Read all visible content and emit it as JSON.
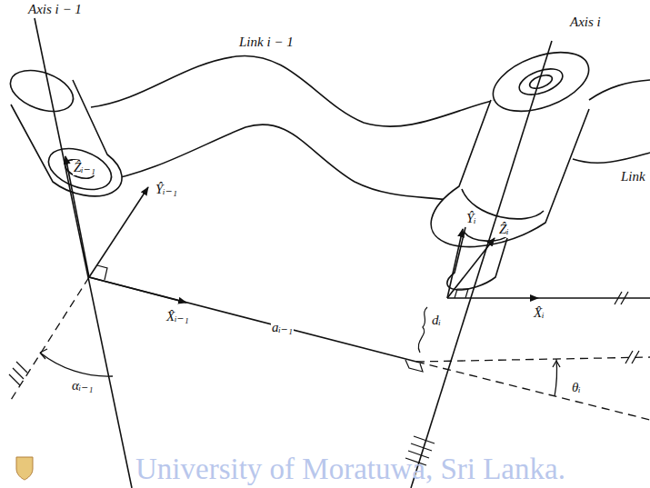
{
  "diagram": {
    "labels": [
      "Axis i − 1",
      "Link i − 1",
      "Axis i",
      "Link",
      "Ẑᵢ₋₁",
      "Ŷᵢ₋₁",
      "X̂ᵢ₋₁",
      "aᵢ₋₁",
      "Ŷᵢ",
      "Ẑᵢ",
      "dᵢ",
      "X̂ᵢ",
      "θᵢ",
      "αᵢ₋₁",
      "University of Moratuwa, Sri Lanka."
    ]
  }
}
